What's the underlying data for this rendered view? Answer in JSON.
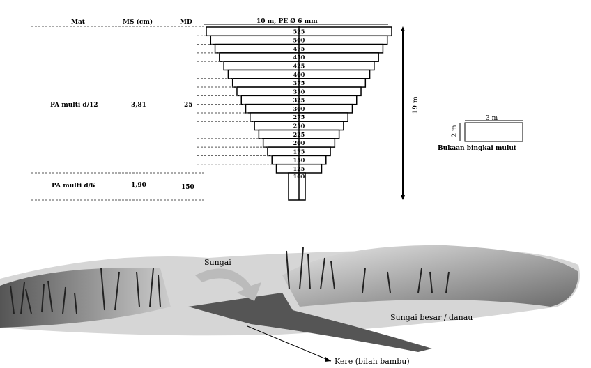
{
  "header": {
    "mat": "Mat",
    "ms": "MS (cm)",
    "md": "MD",
    "net": "10 m,  PE Ø 6 mm"
  },
  "rows": [
    {
      "mat": "PA multi d/12",
      "ms": "3,81",
      "md": "25"
    },
    {
      "mat": "PA multi d/6",
      "ms": "1,90",
      "md": "150"
    }
  ],
  "mesh_counts": [
    "525",
    "500",
    "475",
    "450",
    "425",
    "400",
    "375",
    "350",
    "325",
    "300",
    "275",
    "250",
    "225",
    "200",
    "175",
    "150",
    "125"
  ],
  "codend_count": "100",
  "length_label": "19 m",
  "mouth": {
    "width": "3 m",
    "height": "2 m",
    "caption": "Bukaan bingkai mulut"
  },
  "scene": {
    "river": "Sungai",
    "lake": "Sungai besar / danau",
    "kere": "Kere (bilah bambu)"
  }
}
